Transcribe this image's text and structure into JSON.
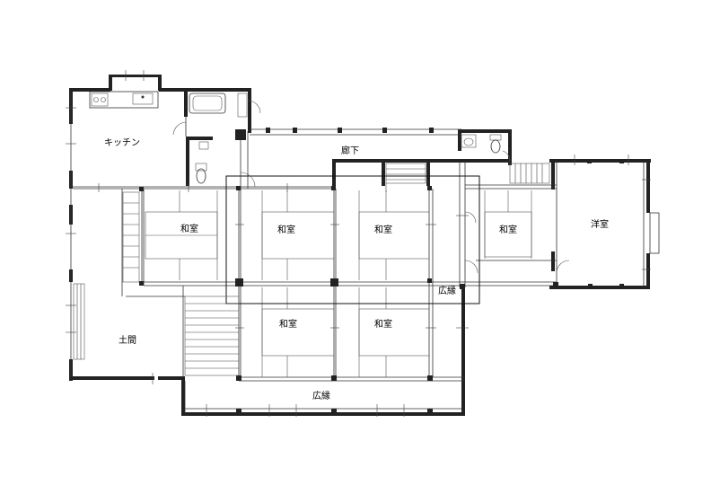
{
  "rooms": {
    "kitchen": "キッチン",
    "hallway": "廊下",
    "washitsu_1": "和室",
    "washitsu_2": "和室",
    "washitsu_3": "和室",
    "washitsu_4": "和室",
    "washitsu_5": "和室",
    "washitsu_6": "和室",
    "western_room": "洋室",
    "doma": "土間",
    "engawa_inner": "広縁",
    "engawa_south": "広縁"
  },
  "colors": {
    "wall": "#222222",
    "line": "#333333",
    "background": "#ffffff"
  }
}
